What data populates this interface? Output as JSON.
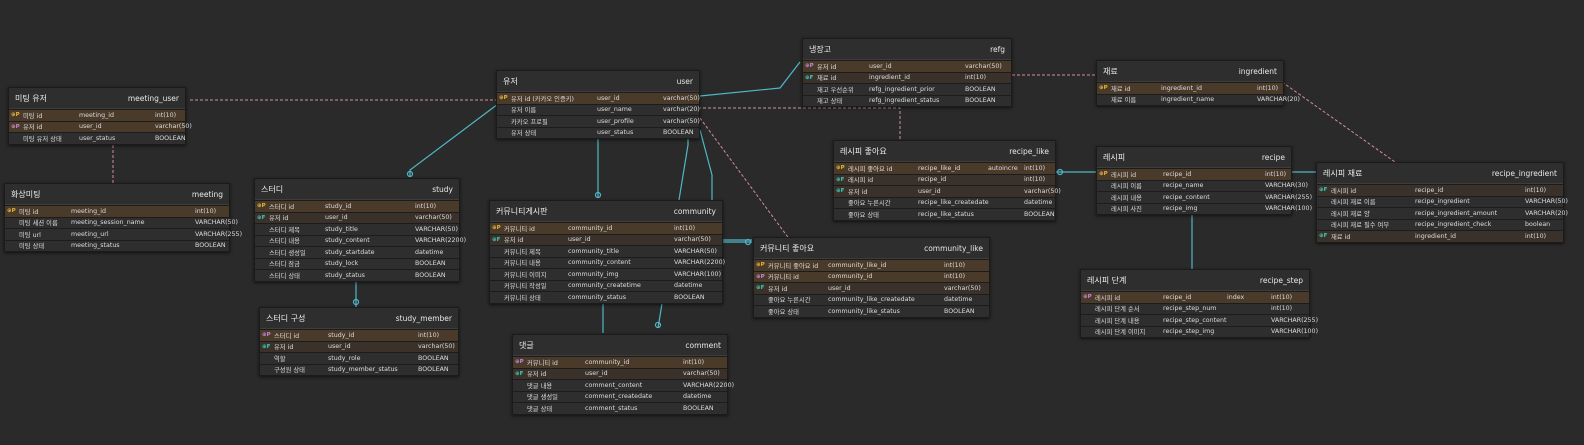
{
  "tables": [
    {
      "id": "meeting_user",
      "logical": "미팅 유저",
      "physical": "meeting_user",
      "rows": [
        {
          "key": "pk",
          "name": "미팅 id",
          "col": "meeting_id",
          "type": "",
          "dtype": "int(10)"
        },
        {
          "key": "pkfk",
          "name": "유저 id",
          "col": "user_id",
          "type": "",
          "dtype": "varchar(50)"
        },
        {
          "key": "",
          "name": "미팅 유저 상태",
          "col": "user_status",
          "type": "",
          "dtype": "BOOLEAN"
        }
      ]
    },
    {
      "id": "meeting",
      "logical": "화상미팅",
      "physical": "meeting",
      "rows": [
        {
          "key": "pk",
          "name": "미팅 id",
          "col": "meeting_id",
          "type": "",
          "dtype": "int(10)"
        },
        {
          "key": "",
          "name": "미팅 세션 이름",
          "col": "meeting_session_name",
          "type": "",
          "dtype": "VARCHAR(50)"
        },
        {
          "key": "",
          "name": "미팅 url",
          "col": "meeting_url",
          "type": "",
          "dtype": "VARCHAR(255)"
        },
        {
          "key": "",
          "name": "미팅 상태",
          "col": "meeting_status",
          "type": "",
          "dtype": "BOOLEAN"
        }
      ]
    },
    {
      "id": "user",
      "logical": "유저",
      "physical": "user",
      "rows": [
        {
          "key": "pk",
          "name": "유저 id (카카오 인증키)",
          "col": "user_id",
          "type": "",
          "dtype": "varchar(50)"
        },
        {
          "key": "",
          "name": "유저 이름",
          "col": "user_name",
          "type": "",
          "dtype": "varchar(20)"
        },
        {
          "key": "",
          "name": "카카오 프로필",
          "col": "user_profile",
          "type": "",
          "dtype": "varchar(50)"
        },
        {
          "key": "",
          "name": "유저 상태",
          "col": "user_status",
          "type": "",
          "dtype": "BOOLEAN"
        }
      ]
    },
    {
      "id": "study",
      "logical": "스터디",
      "physical": "study",
      "rows": [
        {
          "key": "pk",
          "name": "스터디 id",
          "col": "study_id",
          "type": "",
          "dtype": "int(10)"
        },
        {
          "key": "fk",
          "name": "유저 id",
          "col": "user_id",
          "type": "",
          "dtype": "varchar(50)"
        },
        {
          "key": "",
          "name": "스터디 제목",
          "col": "study_title",
          "type": "",
          "dtype": "VARCHAR(50)"
        },
        {
          "key": "",
          "name": "스터디 내용",
          "col": "study_content",
          "type": "",
          "dtype": "VARCHAR(2200)"
        },
        {
          "key": "",
          "name": "스터디 생성일",
          "col": "study_startdate",
          "type": "",
          "dtype": "datetime"
        },
        {
          "key": "",
          "name": "스터디 잠금",
          "col": "study_lock",
          "type": "",
          "dtype": "BOOLEAN"
        },
        {
          "key": "",
          "name": "스터디 상태",
          "col": "study_status",
          "type": "",
          "dtype": "BOOLEAN"
        }
      ]
    },
    {
      "id": "study_member",
      "logical": "스터디 구성",
      "physical": "study_member",
      "rows": [
        {
          "key": "pkfk",
          "name": "스터디 id",
          "col": "study_id",
          "type": "",
          "dtype": "int(10)"
        },
        {
          "key": "fk",
          "name": "유저 id",
          "col": "user_id",
          "type": "",
          "dtype": "varchar(50)"
        },
        {
          "key": "",
          "name": "역할",
          "col": "study_role",
          "type": "",
          "dtype": "BOOLEAN"
        },
        {
          "key": "",
          "name": "구성원 상태",
          "col": "study_member_status",
          "type": "",
          "dtype": "BOOLEAN"
        }
      ]
    },
    {
      "id": "community",
      "logical": "커뮤니티게시판",
      "physical": "community",
      "rows": [
        {
          "key": "pk",
          "name": "커뮤니티 id",
          "col": "community_id",
          "type": "",
          "dtype": "int(10)"
        },
        {
          "key": "fk",
          "name": "유저 id",
          "col": "user_id",
          "type": "",
          "dtype": "varchar(50)"
        },
        {
          "key": "",
          "name": "커뮤니티 제목",
          "col": "community_title",
          "type": "",
          "dtype": "VARCHAR(50)"
        },
        {
          "key": "",
          "name": "커뮤니티 내용",
          "col": "community_content",
          "type": "",
          "dtype": "VARCHAR(2200)"
        },
        {
          "key": "",
          "name": "커뮤니티 이미지",
          "col": "community_img",
          "type": "",
          "dtype": "VARCHAR(100)"
        },
        {
          "key": "",
          "name": "커뮤니티 작성일",
          "col": "community_createtime",
          "type": "",
          "dtype": "datetime"
        },
        {
          "key": "",
          "name": "커뮤니티 상태",
          "col": "community_status",
          "type": "",
          "dtype": "BOOLEAN"
        }
      ]
    },
    {
      "id": "comment",
      "logical": "댓글",
      "physical": "comment",
      "rows": [
        {
          "key": "pkfk",
          "name": "커뮤니티 id",
          "col": "community_id",
          "type": "",
          "dtype": "int(10)"
        },
        {
          "key": "fk",
          "name": "유저 id",
          "col": "user_id",
          "type": "",
          "dtype": "varchar(50)"
        },
        {
          "key": "",
          "name": "댓글 내용",
          "col": "comment_content",
          "type": "",
          "dtype": "VARCHAR(2200)"
        },
        {
          "key": "",
          "name": "댓글 생성일",
          "col": "comment_createdate",
          "type": "",
          "dtype": "datetime"
        },
        {
          "key": "",
          "name": "댓글 상태",
          "col": "comment_status",
          "type": "",
          "dtype": "BOOLEAN"
        }
      ]
    },
    {
      "id": "community_like",
      "logical": "커뮤니티 좋아요",
      "physical": "community_like",
      "rows": [
        {
          "key": "pk",
          "name": "커뮤니티 좋아요 id",
          "col": "community_like_id",
          "type": "",
          "dtype": "int(10)"
        },
        {
          "key": "pkfk",
          "name": "커뮤니티 id",
          "col": "community_id",
          "type": "",
          "dtype": "int(10)"
        },
        {
          "key": "fk",
          "name": "유저 id",
          "col": "user_id",
          "type": "",
          "dtype": "varchar(50)"
        },
        {
          "key": "",
          "name": "좋아요 누른시간",
          "col": "community_like_createdate",
          "type": "",
          "dtype": "datetime"
        },
        {
          "key": "",
          "name": "좋아요 상태",
          "col": "community_like_status",
          "type": "",
          "dtype": "BOOLEAN"
        }
      ]
    },
    {
      "id": "refg",
      "logical": "냉장고",
      "physical": "refg",
      "rows": [
        {
          "key": "pkfk",
          "name": "유저 id",
          "col": "user_id",
          "type": "",
          "dtype": "varchar(50)"
        },
        {
          "key": "fk",
          "name": "재료 id",
          "col": "ingredient_id",
          "type": "",
          "dtype": "int(10)"
        },
        {
          "key": "",
          "name": "재고 우선순위",
          "col": "refg_ingredient_prior",
          "type": "",
          "dtype": "BOOLEAN"
        },
        {
          "key": "",
          "name": "재고 상태",
          "col": "refg_ingredient_status",
          "type": "",
          "dtype": "BOOLEAN"
        }
      ]
    },
    {
      "id": "ingredient",
      "logical": "재료",
      "physical": "ingredient",
      "rows": [
        {
          "key": "pk",
          "name": "재료 id",
          "col": "ingredient_id",
          "type": "",
          "dtype": "int(10)"
        },
        {
          "key": "",
          "name": "재료 이름",
          "col": "ingredient_name",
          "type": "",
          "dtype": "VARCHAR(20)"
        }
      ]
    },
    {
      "id": "recipe_like",
      "logical": "레시피 좋아요",
      "physical": "recipe_like",
      "rows": [
        {
          "key": "pk",
          "name": "레시피 좋아요 id",
          "col": "recipe_like_id",
          "type": "autoincre",
          "dtype": "int(10)"
        },
        {
          "key": "fk",
          "name": "레시피 id",
          "col": "recipe_id",
          "type": "",
          "dtype": "int(10)"
        },
        {
          "key": "fk",
          "name": "유저 id",
          "col": "user_id",
          "type": "",
          "dtype": "varchar(50)"
        },
        {
          "key": "",
          "name": "좋아요 누른시간",
          "col": "recipe_like_createdate",
          "type": "",
          "dtype": "datetime"
        },
        {
          "key": "",
          "name": "좋아요 상태",
          "col": "recipe_like_status",
          "type": "",
          "dtype": "BOOLEAN"
        }
      ]
    },
    {
      "id": "recipe",
      "logical": "레시피",
      "physical": "recipe",
      "rows": [
        {
          "key": "pk",
          "name": "레시피 id",
          "col": "recipe_id",
          "type": "",
          "dtype": "int(10)"
        },
        {
          "key": "",
          "name": "레시피 이름",
          "col": "recipe_name",
          "type": "",
          "dtype": "VARCHAR(30)"
        },
        {
          "key": "",
          "name": "레시피 내용",
          "col": "recipe_content",
          "type": "",
          "dtype": "VARCHAR(255)"
        },
        {
          "key": "",
          "name": "레시피 사진",
          "col": "recipe_img",
          "type": "",
          "dtype": "VARCHAR(100)"
        }
      ]
    },
    {
      "id": "recipe_step",
      "logical": "레시피 단계",
      "physical": "recipe_step",
      "rows": [
        {
          "key": "pkfk",
          "name": "레시피 id",
          "col": "recipe_id",
          "type": "index",
          "dtype": "int(10)"
        },
        {
          "key": "",
          "name": "레시피 단계 순서",
          "col": "recipe_step_num",
          "type": "",
          "dtype": "int(10)"
        },
        {
          "key": "",
          "name": "레시피 단계 내용",
          "col": "recipe_step_content",
          "type": "",
          "dtype": "VARCHAR(255)"
        },
        {
          "key": "",
          "name": "레시피 단계 이미지",
          "col": "recipe_step_img",
          "type": "",
          "dtype": "VARCHAR(100)"
        }
      ]
    },
    {
      "id": "recipe_ingredient",
      "logical": "레시피 재료",
      "physical": "recipe_ingredient",
      "rows": [
        {
          "key": "fk",
          "name": "레시피 id",
          "col": "recipe_id",
          "type": "",
          "dtype": "int(10)"
        },
        {
          "key": "",
          "name": "레시피 재료 이름",
          "col": "recipe_ingredient",
          "type": "",
          "dtype": "VARCHAR(50)"
        },
        {
          "key": "",
          "name": "레시피 재료 양",
          "col": "recipe_ingredient_amount",
          "type": "",
          "dtype": "VARCHAR(20)"
        },
        {
          "key": "",
          "name": "레시피 재료 필수 여부",
          "col": "recipe_ingredient_check",
          "type": "",
          "dtype": "boolean"
        },
        {
          "key": "fk",
          "name": "재료 id",
          "col": "ingredient_id",
          "type": "",
          "dtype": "int(10)"
        }
      ]
    }
  ],
  "colors": {
    "identifying": "#4fb8c8",
    "non_identifying": "#d48aa4",
    "pk_key": "#e8b73a",
    "fk_key": "#3ec8b8"
  }
}
